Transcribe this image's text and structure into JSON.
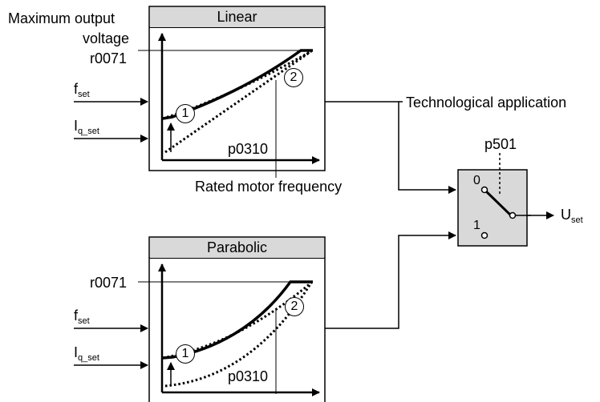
{
  "labels": {
    "max_output_voltage_line1": "Maximum output",
    "max_output_voltage_line2": "voltage",
    "r0071": "r0071",
    "f": "f",
    "f_sub": "set",
    "i": "I",
    "i_sub": "q_set",
    "p0310": "p0310",
    "rated_motor_frequency": "Rated motor frequency",
    "technological_application": "Technological application",
    "p501": "p501",
    "u": "U",
    "u_sub": "set"
  },
  "blocks": {
    "linear_title": "Linear",
    "parabolic_title": "Parabolic"
  },
  "markers": {
    "one": "1",
    "two": "2"
  },
  "switch": {
    "pos0": "0",
    "pos1": "1"
  },
  "colors": {
    "block_header": "#d9d9d9",
    "switch_fill": "#d9d9d9",
    "line": "#000000"
  }
}
